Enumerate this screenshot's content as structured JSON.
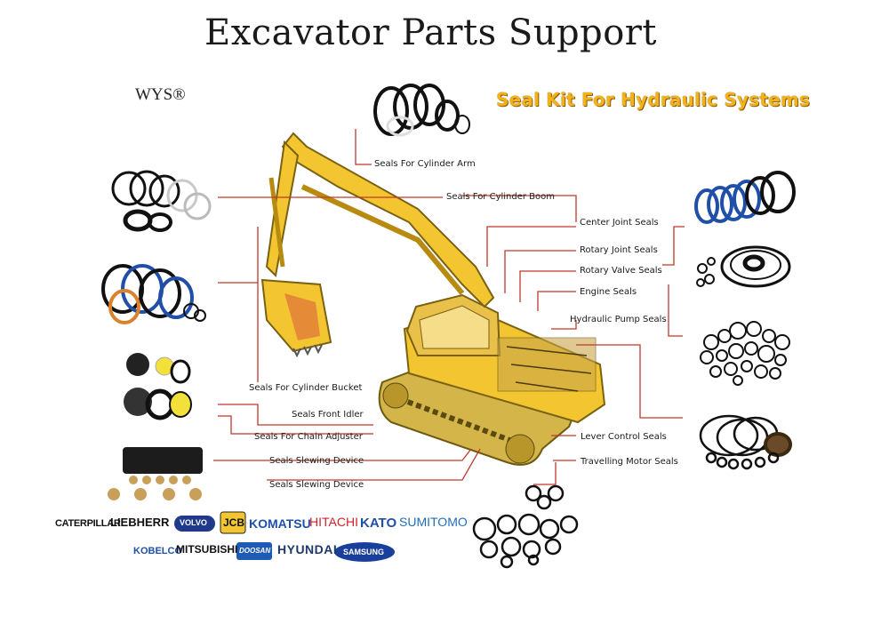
{
  "header": {
    "title": "Excavator Parts Support",
    "brand_mark": "WYS®",
    "kit_title": "Seal Kit For Hydraulic Systems"
  },
  "labels": {
    "cylinder_arm": "Seals For Cylinder Arm",
    "cylinder_boom": "Seals For Cylinder Boom",
    "center_joint": "Center Joint Seals",
    "rotary_joint": "Rotary Joint Seals",
    "rotary_valve": "Rotary Valve Seals",
    "engine": "Engine Seals",
    "hydraulic_pump": "Hydraulic Pump Seals",
    "cylinder_bucket": "Seals For Cylinder Bucket",
    "front_idler": "Seals Front Idler",
    "chain_adjuster": "Seals For Chain Adjuster",
    "slewing_device_1": "Seals Slewing Device",
    "slewing_device_2": "Seals Slewing Device",
    "lever_control": "Lever Control Seals",
    "travelling_motor": "Travelling Motor Seals"
  },
  "brands": {
    "caterpillar": "CATERPILLAR",
    "liebherr": "LIEBHERR",
    "volvo": "VOLVO",
    "jcb": "JCB",
    "komatsu": "KOMATSU",
    "hitachi": "HITACHI",
    "kato": "KATO",
    "sumitomo": "SUMITOMO",
    "kobelco": "KOBELCO",
    "mitsubishi": "MITSUBISHI",
    "doosan": "DOOSAN",
    "hyundai": "HYUNDAI",
    "samsung": "SAMSUNG"
  },
  "colors": {
    "leader_line": "#c0392b",
    "excavator_body": "#f2c531",
    "kit_title": "#f2b21b",
    "seal_black": "#111111",
    "seal_blue": "#1f4fa8",
    "seal_orange": "#d9822b"
  }
}
